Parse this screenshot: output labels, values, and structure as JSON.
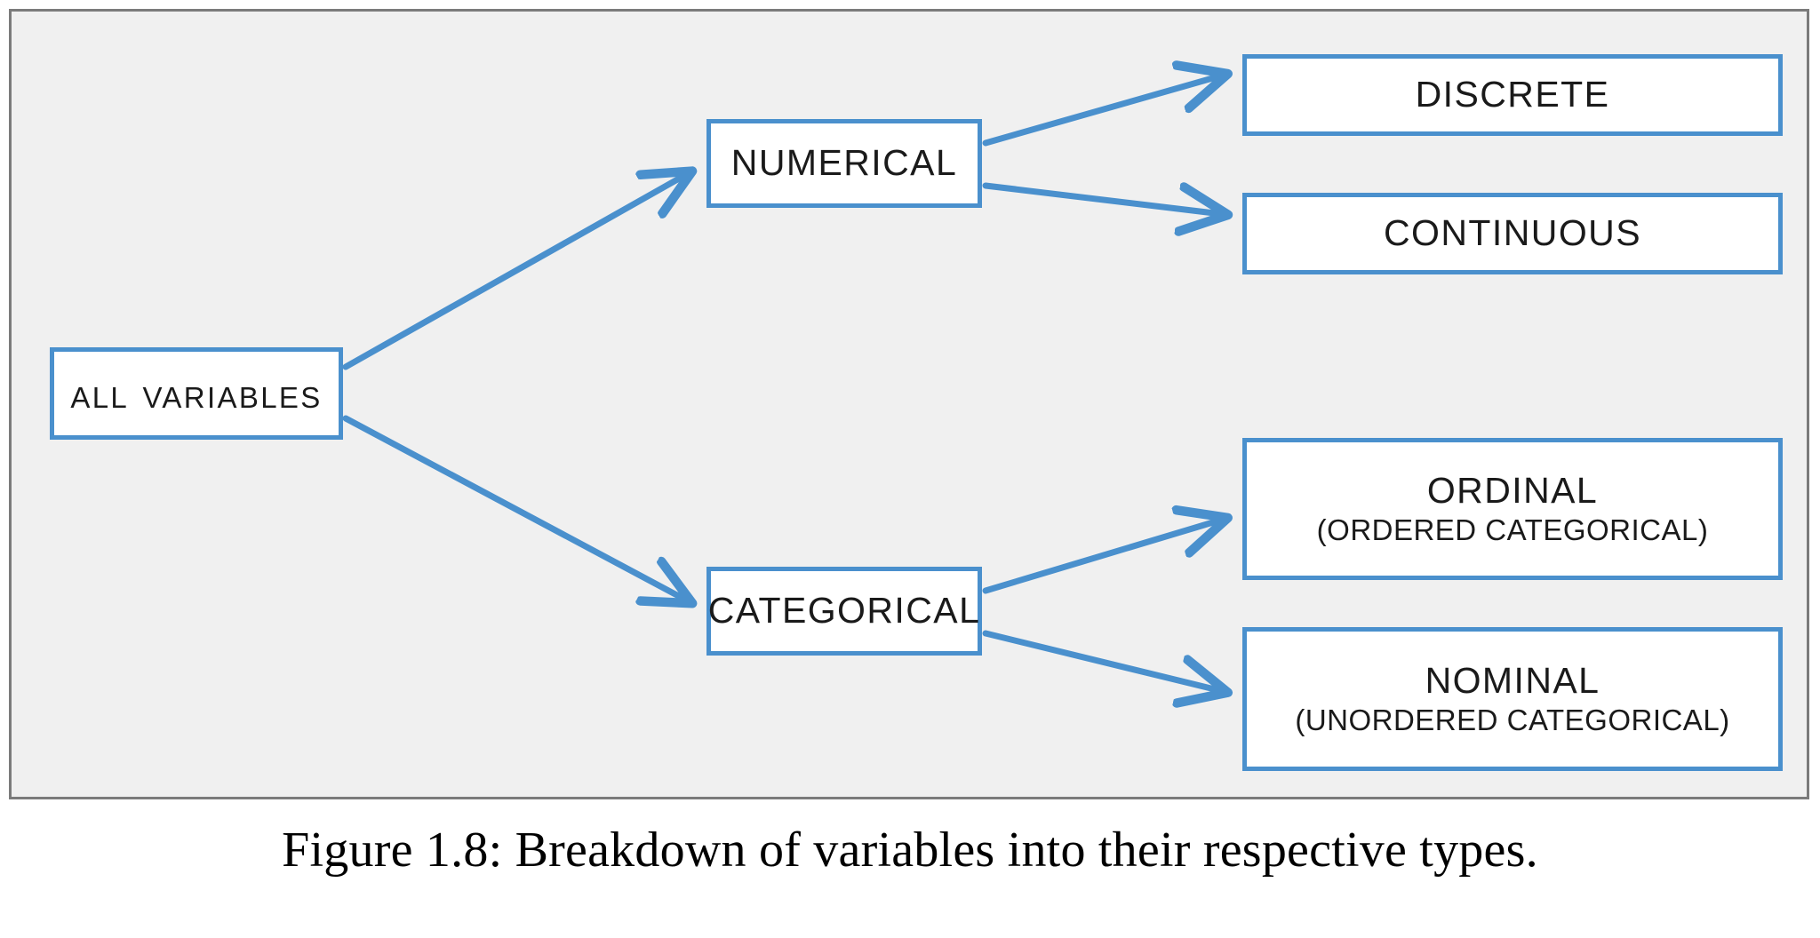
{
  "figure": {
    "caption": "Figure 1.8: Breakdown of variables into their respective types.",
    "frame_bg": "#f0f0f0",
    "frame_border": "#7b7b7b",
    "box_border": "#4a90cd",
    "box_fill": "#ffffff",
    "arrow_color": "#4a90cd",
    "text_color": "#1a1a1a"
  },
  "diagram": {
    "type": "tree",
    "root": {
      "id": "all-variables",
      "label": "All Variables"
    },
    "level2": [
      {
        "id": "numerical",
        "label": "NUMERICAL"
      },
      {
        "id": "categorical",
        "label": "CATEGORICAL"
      }
    ],
    "level3": [
      {
        "id": "discrete",
        "label": "DISCRETE",
        "sublabel": ""
      },
      {
        "id": "continuous",
        "label": "CONTINUOUS",
        "sublabel": ""
      },
      {
        "id": "ordinal",
        "label": "ORDINAL",
        "sublabel": "(ORDERED CATEGORICAL)"
      },
      {
        "id": "nominal",
        "label": "NOMINAL",
        "sublabel": "(UNORDERED CATEGORICAL)"
      }
    ],
    "edges": [
      {
        "from": "all-variables",
        "to": "numerical"
      },
      {
        "from": "all-variables",
        "to": "categorical"
      },
      {
        "from": "numerical",
        "to": "discrete"
      },
      {
        "from": "numerical",
        "to": "continuous"
      },
      {
        "from": "categorical",
        "to": "ordinal"
      },
      {
        "from": "categorical",
        "to": "nominal"
      }
    ]
  }
}
